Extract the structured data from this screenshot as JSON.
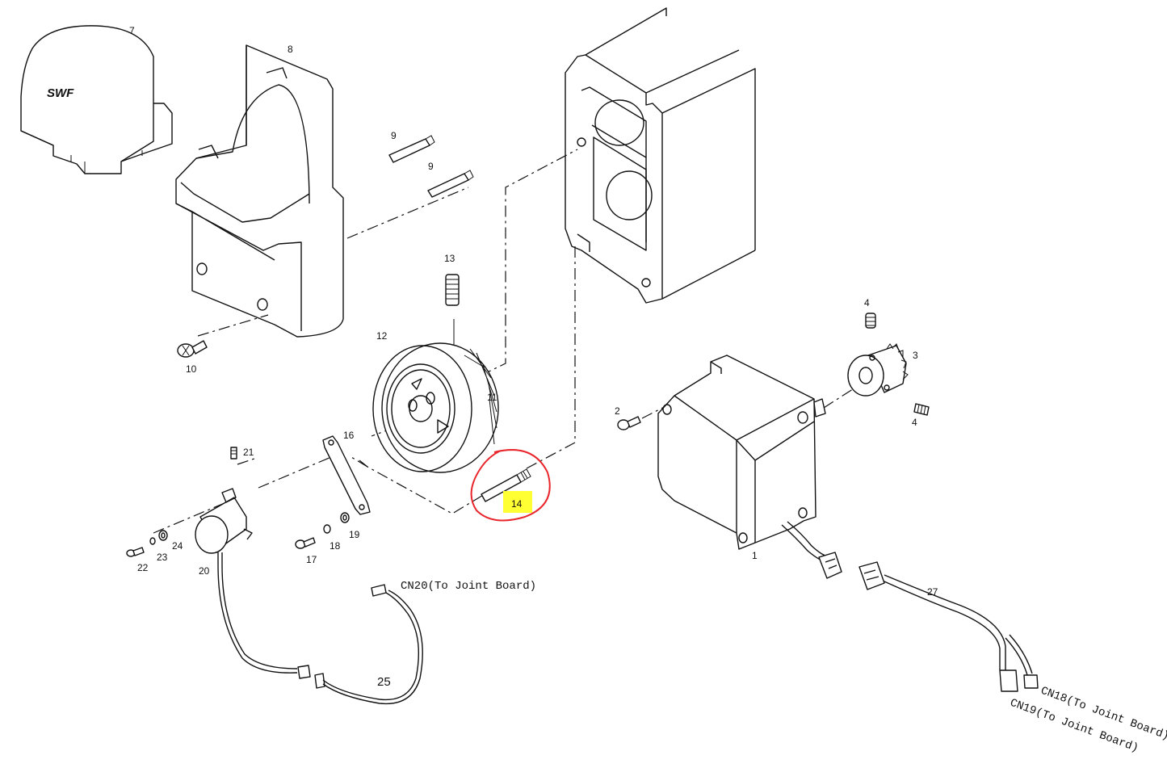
{
  "diagram": {
    "part_labels": {
      "p1": "1",
      "p2": "2",
      "p3": "3",
      "p4a": "4",
      "p4b": "4",
      "p7": "7",
      "p8": "8",
      "p9a": "9",
      "p9b": "9",
      "p10": "10",
      "p11": "11",
      "p12": "12",
      "p13": "13",
      "p14": "14",
      "p16": "16",
      "p17": "17",
      "p18": "18",
      "p19": "19",
      "p20": "20",
      "p21": "21",
      "p22": "22",
      "p23": "23",
      "p24": "24",
      "p25": "25",
      "p27": "27"
    },
    "cover_logo": "SWF",
    "connectors": {
      "cn20": "CN20(To Joint Board)",
      "cn18": "CN18(To Joint Board)",
      "cn19": "CN19(To Joint Board)"
    },
    "annotation": {
      "highlighted_part": "14",
      "circle_color": "#e8262b",
      "highlight_color": "#ffff33"
    }
  }
}
